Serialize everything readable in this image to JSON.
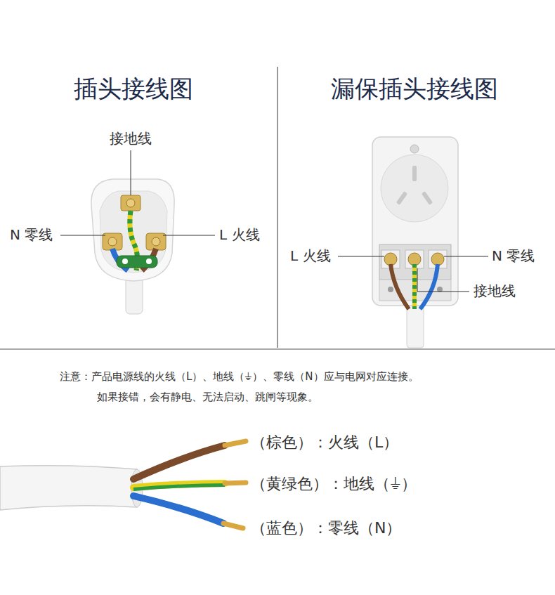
{
  "diagram": {
    "labels": [
      "插头接线图",
      "漏保插头接线图",
      "接地线",
      "N 零线",
      "L 火线",
      "L 火线",
      "N 零线",
      "接地线",
      "注意：产品电源线的火线（L）、地线（⏚）、零线（N）应与电网对应连接。",
      "如果接错，会有静电、无法启动、跳闸等现象。",
      "（棕色）：火线（L）",
      "（黄绿色）：地线（⏚）",
      "（蓝色）：零线（N）"
    ]
  }
}
